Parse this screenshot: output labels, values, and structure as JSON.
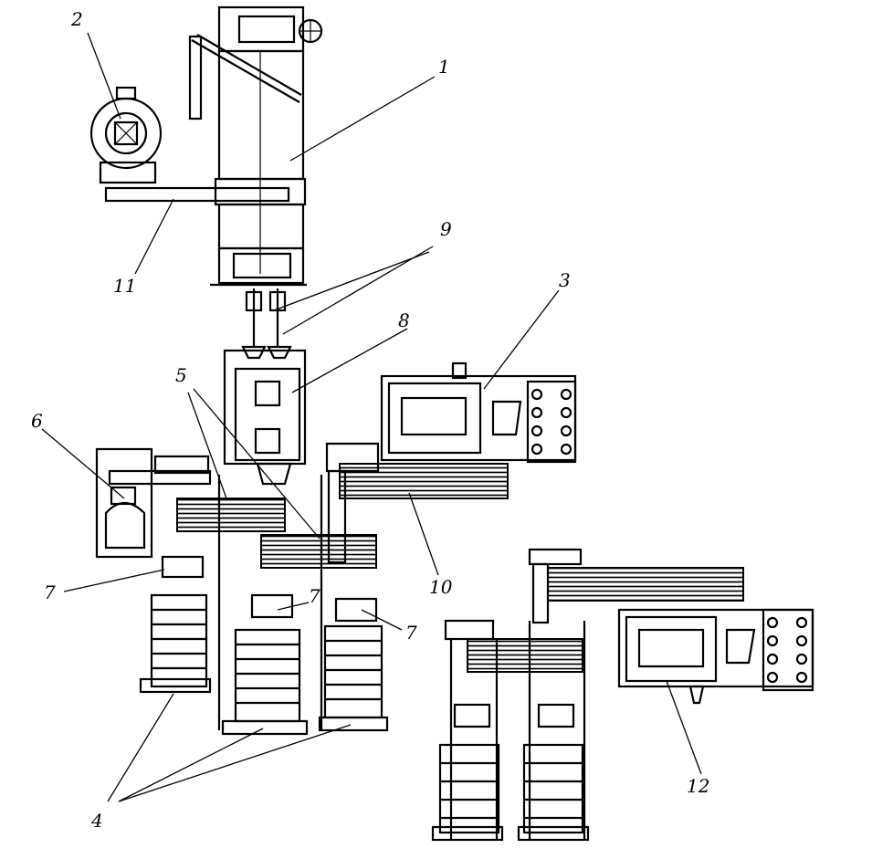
{
  "figure": {
    "labels": [
      {
        "id": "1",
        "text": "1"
      },
      {
        "id": "2",
        "text": "2"
      },
      {
        "id": "3",
        "text": "3"
      },
      {
        "id": "4",
        "text": "4"
      },
      {
        "id": "5",
        "text": "5"
      },
      {
        "id": "6",
        "text": "6"
      },
      {
        "id": "7a",
        "text": "7"
      },
      {
        "id": "7b",
        "text": "7"
      },
      {
        "id": "7c",
        "text": "7"
      },
      {
        "id": "8",
        "text": "8"
      },
      {
        "id": "9",
        "text": "9"
      },
      {
        "id": "10",
        "text": "10"
      },
      {
        "id": "11",
        "text": "11"
      },
      {
        "id": "12",
        "text": "12"
      }
    ]
  }
}
